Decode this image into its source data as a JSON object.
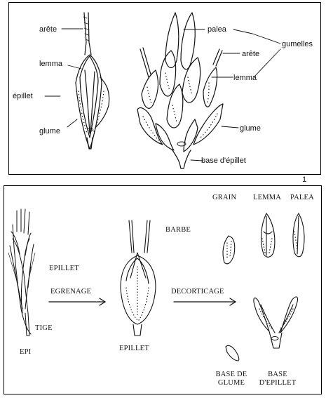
{
  "figure1": {
    "labels": {
      "arete_left": "arête",
      "lemma_left": "lemma",
      "epillet": "épillet",
      "glume_left": "glume",
      "palea": "palea",
      "gumelles": "gumelles",
      "arete_right": "arête",
      "lemma_right": "lemma",
      "glume_right": "glume",
      "base_epillet": "base d'épillet"
    },
    "number": "1"
  },
  "figure2": {
    "labels": {
      "grain": "GRAIN",
      "lemma": "LEMMA",
      "palea": "PALEA",
      "barbe": "BARBE",
      "epillet_top": "EPILLET",
      "egrenage": "EGRENAGE",
      "decorticage": "DECORTICAGE",
      "tige": "TIGE",
      "epi": "EPI",
      "epillet_bottom": "EPILLET",
      "base_de_glume": "BASE DE GLUME",
      "base_depillet": "BASE D'EPILLET"
    }
  }
}
